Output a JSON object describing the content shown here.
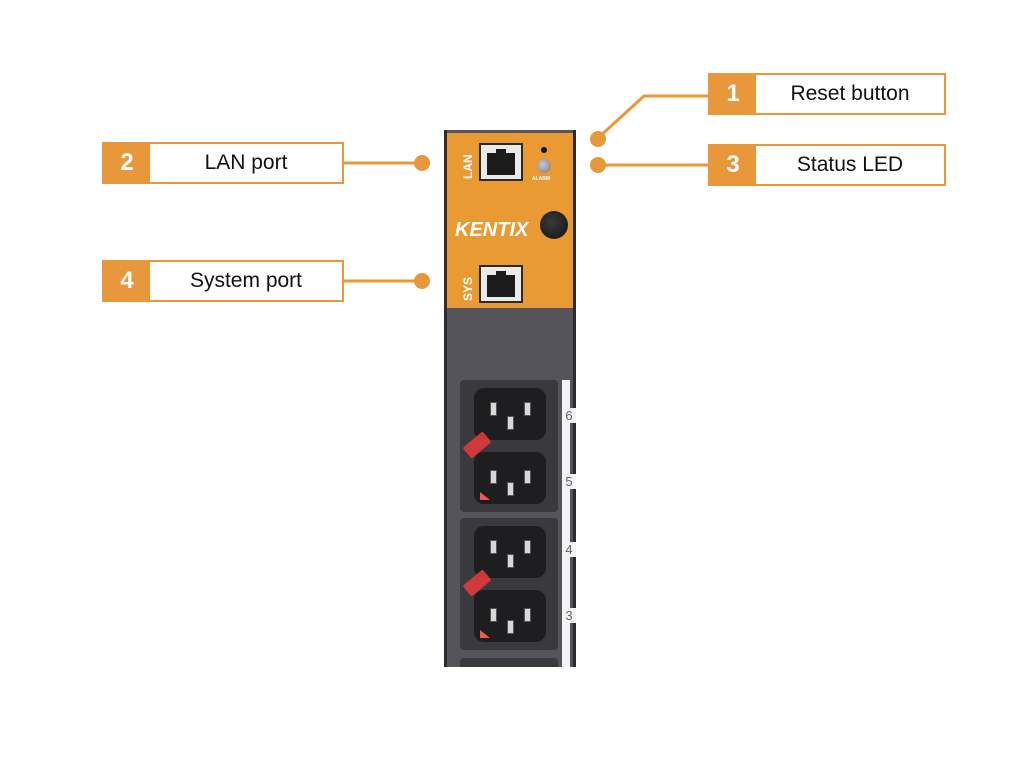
{
  "diagram": {
    "title": "KENTIX PDU front panel connections",
    "accent_color": "#E8973A",
    "callouts": [
      {
        "number": "1",
        "label": "Reset button"
      },
      {
        "number": "2",
        "label": "LAN port"
      },
      {
        "number": "3",
        "label": "Status LED"
      },
      {
        "number": "4",
        "label": "System port"
      }
    ],
    "device": {
      "brand": "KENTIX",
      "port_labels": {
        "lan": "LAN",
        "sys": "SYS"
      },
      "led_label": "ALARM",
      "outlet_numbers": [
        "6",
        "5",
        "4",
        "3"
      ]
    }
  }
}
